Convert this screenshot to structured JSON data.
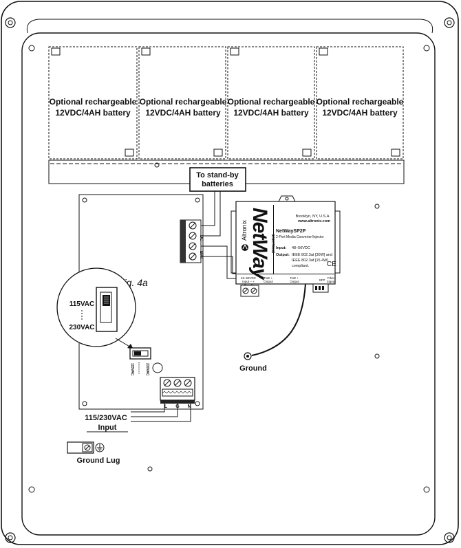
{
  "batteries": [
    {
      "line1": "Optional rechargeable",
      "line2": "12VDC/4AH battery"
    },
    {
      "line1": "Optional rechargeable",
      "line2": "12VDC/4AH battery"
    },
    {
      "line1": "Optional rechargeable",
      "line2": "12VDC/4AH battery"
    },
    {
      "line1": "Optional rechargeable",
      "line2": "12VDC/4AH battery"
    }
  ],
  "standby": {
    "line1": "To stand-by",
    "line2": "batteries"
  },
  "terminal_labels": {
    "dc": "DC",
    "bat": "BAT"
  },
  "fig_label": "Fig. 4a",
  "switch": {
    "top": "115VAC",
    "bottom": "230VAC",
    "small_top": "115VAC",
    "small_bottom": "230VAC"
  },
  "ac_terminals": {
    "l": "L",
    "g": "G",
    "n": "N"
  },
  "input_label": {
    "line1": "115/230VAC",
    "line2": "Input"
  },
  "ground_lug": "Ground Lug",
  "ground": "Ground",
  "netway": {
    "brand": "Altronix",
    "logo": "NetWay",
    "subbrand": "SPECTRUM",
    "city": "Brooklyn, NY, U.S.A.",
    "site": "www.altronix.com",
    "model": "NetWaySP2P",
    "desc": "2-Port Media Converter/Injector",
    "input_key": "Input:",
    "input_val": "48–56VDC",
    "output_key": "Output:",
    "output_val1": "IEEE 802.3at [30W] and",
    "output_val2": "IEEE 802.3af [15.4W]",
    "output_val3": "compliant.",
    "ce": "CE",
    "port_input": "48–56VDC",
    "port_input2": "Input –  +",
    "port_poe": "PoE +",
    "port_poe2": "Output",
    "port_poe3": "PoE +",
    "port_poe4": "Output",
    "port_sfp": "SFP",
    "port_fiber": "Fiber",
    "port_fiber2": "Signal"
  }
}
